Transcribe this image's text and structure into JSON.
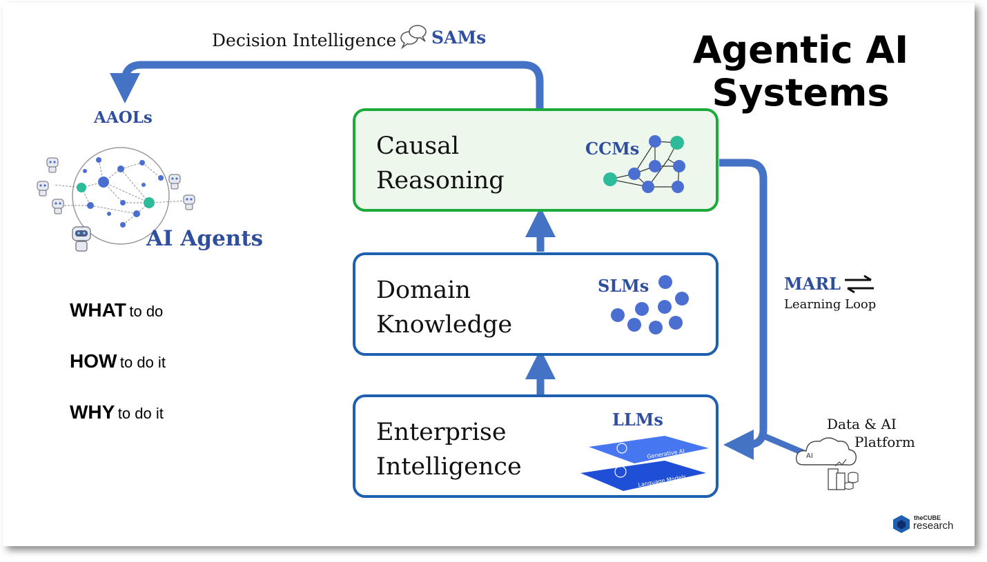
{
  "title": {
    "line1": "Agentic AI",
    "line2": "Systems"
  },
  "top_loop": {
    "label": "Decision Intelligence",
    "tag": "SAMs"
  },
  "left": {
    "aaols": "AAOLs",
    "agents": "AI Agents"
  },
  "boxes": [
    {
      "line1": "Causal",
      "line2": "Reasoning",
      "tag": "CCMs"
    },
    {
      "line1": "Domain",
      "line2": "Knowledge",
      "tag": "SLMs"
    },
    {
      "line1": "Enterprise",
      "line2": "Intelligence",
      "tag": "LLMs",
      "layer_top": "Generative AI",
      "layer_bottom": "Language Models"
    }
  ],
  "marl": {
    "tag": "MARL",
    "label": "Learning Loop"
  },
  "platform": {
    "line1": "Data & AI",
    "line2": "Platform",
    "cloud_text": "AI"
  },
  "bullets": [
    {
      "bold": "WHAT",
      "rest": "to do"
    },
    {
      "bold": "HOW",
      "rest": "to do it"
    },
    {
      "bold": "WHY",
      "rest": "to do it"
    }
  ],
  "brand": {
    "small": "theCUBE",
    "large": "research"
  },
  "colors": {
    "arrow": "#4472c4",
    "box_blue": "#1f5fb0",
    "box_green": "#1aab3c",
    "green_fill": "#eef7ec",
    "node_blue": "#4a6fd0",
    "node_teal": "#2dbb9a",
    "label_blue": "#2f4f9e"
  }
}
